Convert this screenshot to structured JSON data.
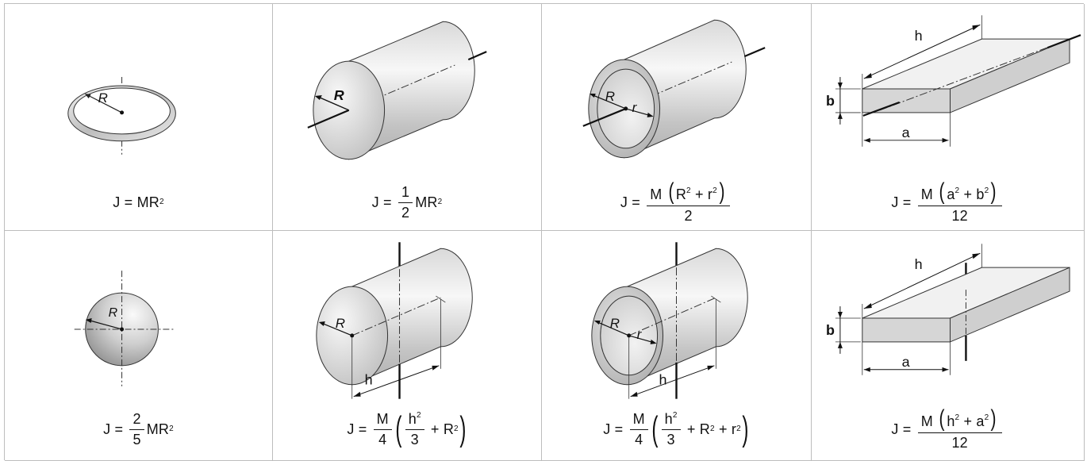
{
  "cells": [
    {
      "labels": {
        "R": "R"
      },
      "formula": {
        "lhs": "J =",
        "body": "MR",
        "sup": "2"
      }
    },
    {
      "labels": {
        "R": "R"
      },
      "formula": {
        "lhs": "J =",
        "num": "1",
        "den": "2",
        "body": "MR",
        "sup": "2"
      }
    },
    {
      "labels": {
        "R": "R",
        "r": "r"
      },
      "formula": {
        "lhs": "J =",
        "num_pre": "M",
        "num_a": "R",
        "plus": "+",
        "num_b": "r",
        "sup": "2",
        "den": "2"
      }
    },
    {
      "labels": {
        "h": "h",
        "a": "a",
        "b": "b"
      },
      "formula": {
        "lhs": "J =",
        "num_pre": "M",
        "num_a": "a",
        "plus": "+",
        "num_b": "b",
        "sup": "2",
        "den": "12"
      }
    },
    {
      "labels": {
        "R": "R"
      },
      "formula": {
        "lhs": "J =",
        "num": "2",
        "den": "5",
        "body": "MR",
        "sup": "2"
      }
    },
    {
      "labels": {
        "R": "R",
        "h": "h"
      },
      "formula": {
        "lhs": "J =",
        "num": "M",
        "den": "4",
        "inner_num": "h",
        "inner_den": "3",
        "plus": "+",
        "term": "R",
        "sup": "2"
      }
    },
    {
      "labels": {
        "R": "R",
        "r": "r",
        "h": "h"
      },
      "formula": {
        "lhs": "J =",
        "num": "M",
        "den": "4",
        "inner_num": "h",
        "inner_den": "3",
        "plus": "+",
        "term": "R",
        "term2": "r",
        "sup": "2"
      }
    },
    {
      "labels": {
        "h": "h",
        "a": "a",
        "b": "b"
      },
      "formula": {
        "lhs": "J =",
        "num_pre": "M",
        "num_a": "h",
        "plus": "+",
        "num_b": "a",
        "sup": "2",
        "den": "12"
      }
    }
  ]
}
